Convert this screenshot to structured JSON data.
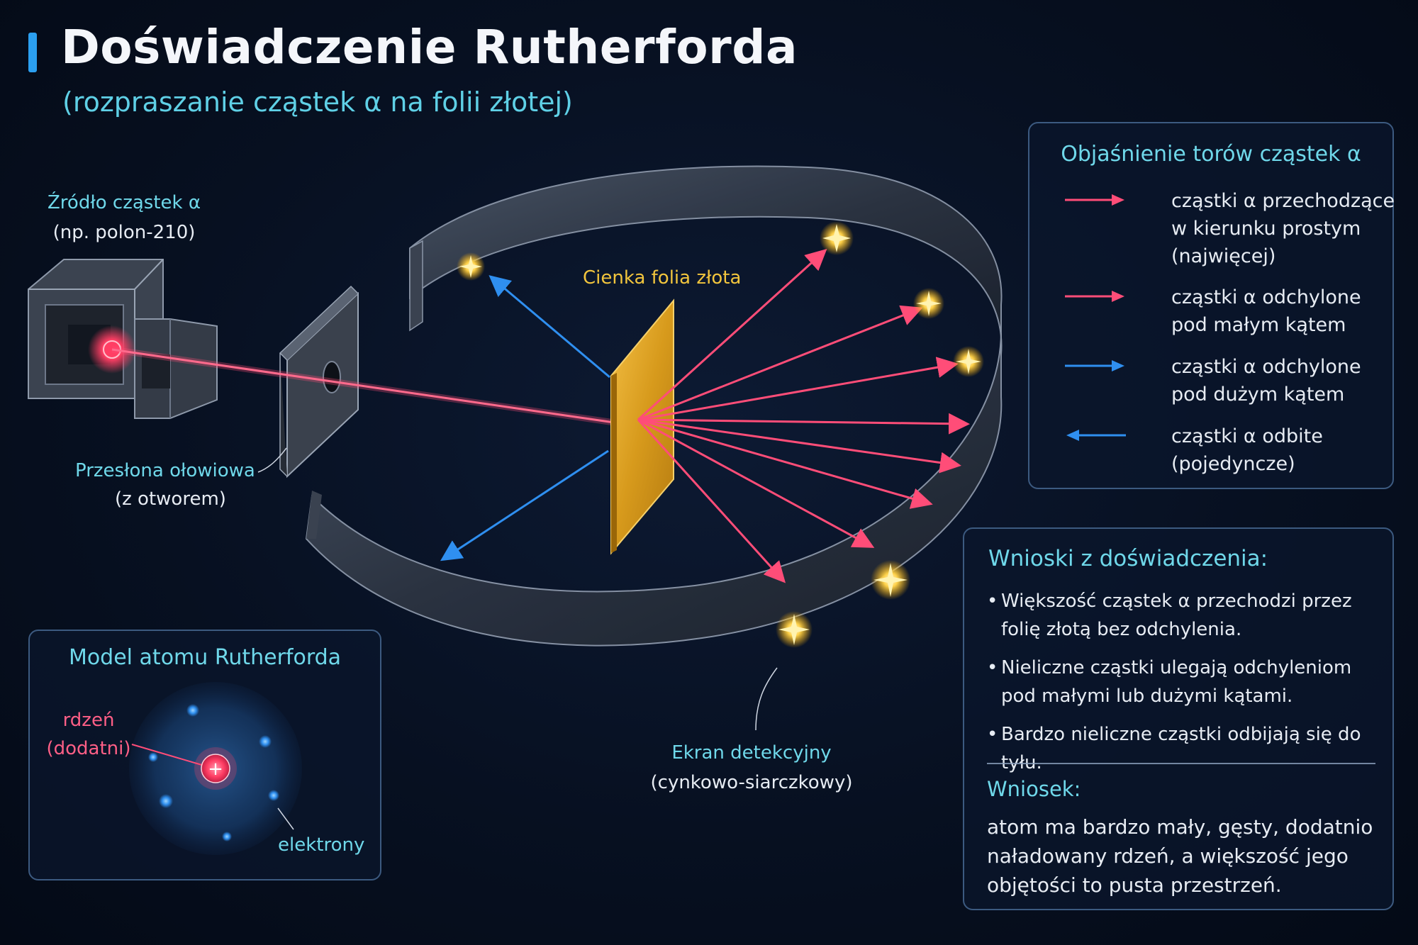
{
  "header": {
    "title": "Doświadczenie Rutherforda",
    "subtitle": "(rozpraszanie cząstek α na folii złotej)"
  },
  "labels": {
    "source_line1": "Źródło cząstek α",
    "source_line2": "(np. polon-210)",
    "shield_line1": "Przesłona ołowiowa",
    "shield_line2": "(z otworem)",
    "foil": "Cienka folia złota",
    "screen_line1": "Ekran detekcyjny",
    "screen_line2": "(cynkowo-siarczkowy)"
  },
  "legend": {
    "title": "Objaśnienie torów cząstek α",
    "items": [
      {
        "lines": [
          "cząstki α przechodzące",
          "w kierunku prostym",
          "(najwięcej)"
        ],
        "color": "#ff4d78",
        "direction": "right"
      },
      {
        "lines": [
          "cząstki α odchylone",
          "pod małym kątem"
        ],
        "color": "#ff4d78",
        "direction": "right"
      },
      {
        "lines": [
          "cząstki α odchylone",
          "pod dużym kątem"
        ],
        "color": "#2f8ff0",
        "direction": "right"
      },
      {
        "lines": [
          "cząstki α odbite",
          "(pojedyncze)"
        ],
        "color": "#2f8ff0",
        "direction": "left"
      }
    ]
  },
  "conclusions": {
    "title": "Wnioski z doświadczenia:",
    "items": [
      "Większość cząstek α przechodzi przez folię złotą bez odchylenia.",
      "Nieliczne cząstki ulegają odchyleniom pod małymi lub dużymi kątami.",
      "Bardzo nieliczne cząstki odbijają się do tyłu."
    ],
    "final_title": "Wniosek:",
    "final_text": "atom ma bardzo mały, gęsty, dodatnio naładowany rdzeń, a większość jego objętości to pusta przestrzeń."
  },
  "atom_model": {
    "title": "Model atomu Rutherforda",
    "nucleus_line1": "rdzeń",
    "nucleus_line2": "(dodatni)",
    "nucleus_symbol": "+",
    "electrons": "elektrony"
  },
  "colors": {
    "beam": "#ff4d78",
    "deflected_large": "#2f8ff0",
    "foil": "#e3a21a",
    "accent": "#6fd8ea",
    "flash": "#ffd24a"
  }
}
